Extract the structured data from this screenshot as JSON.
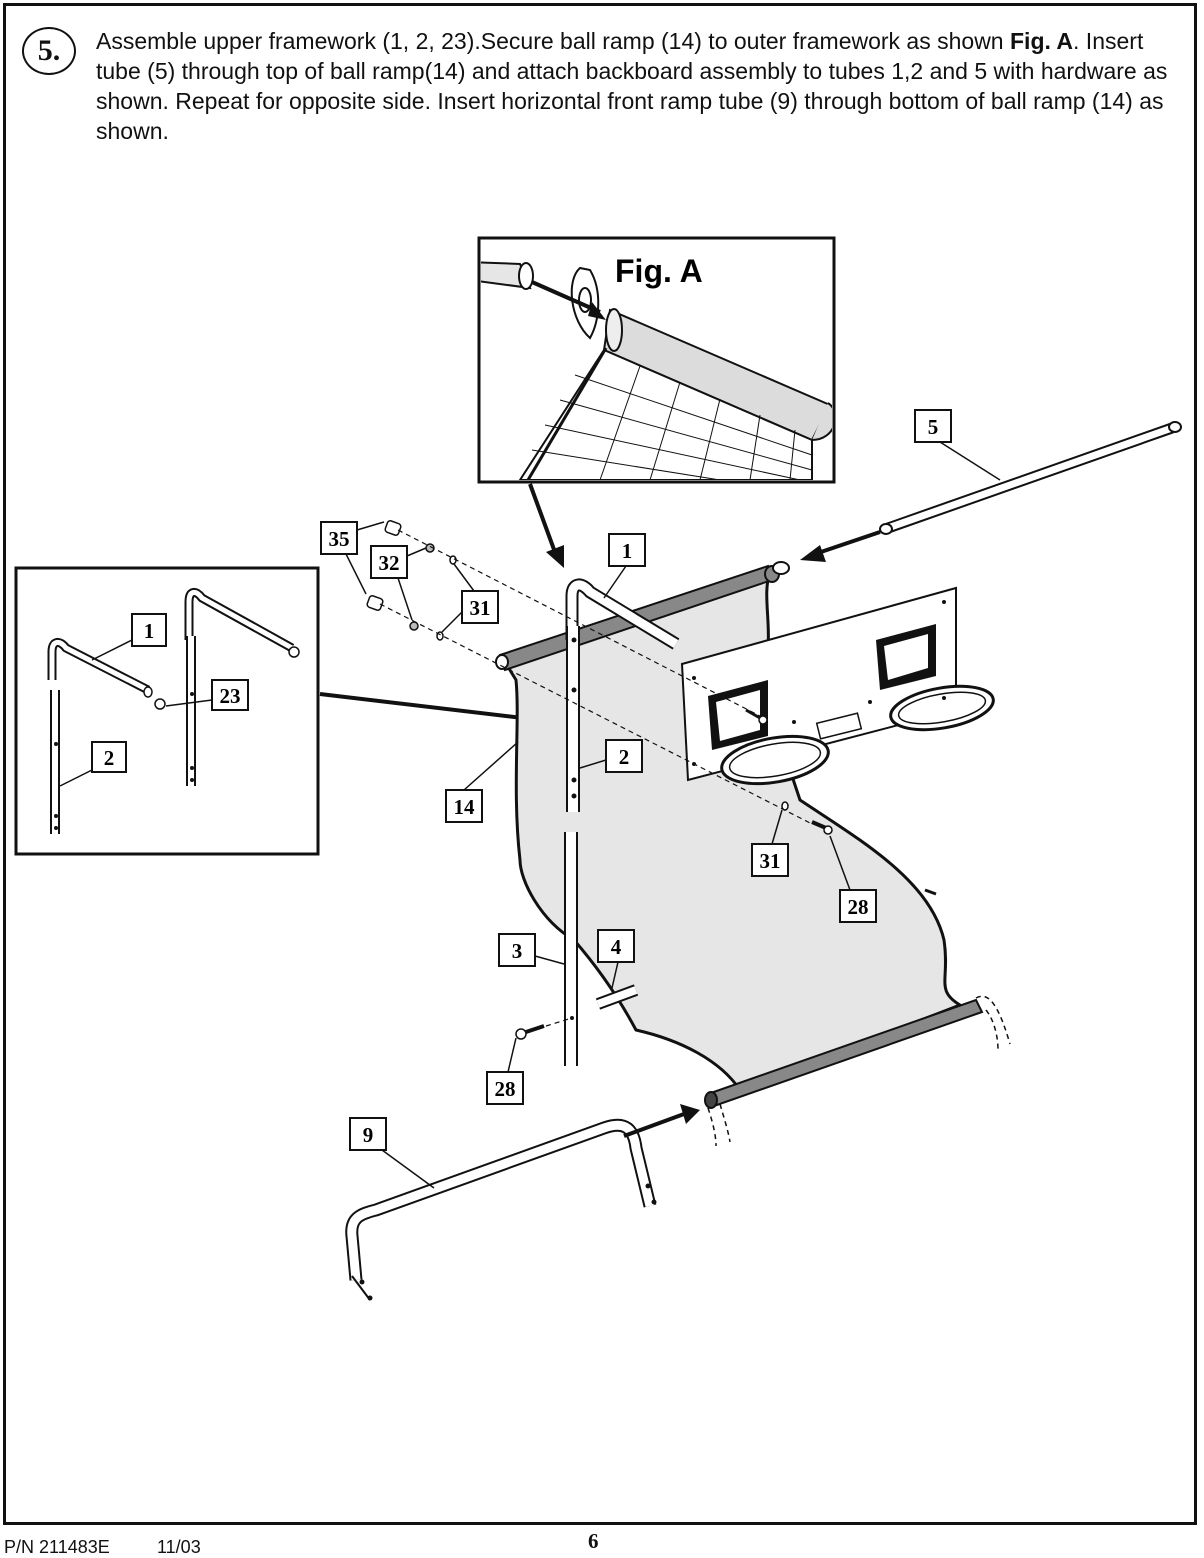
{
  "step": {
    "number": "5."
  },
  "instructions": {
    "part1": "Assemble upper framework (1, 2, 23).Secure ball ramp (14) to outer framework as shown ",
    "fig_ref": "Fig. A",
    "part2": ". Insert tube (5) through top of ball ramp(14) and attach backboard assembly to tubes 1,2 and 5 with hardware as shown. Repeat for opposite side. Insert horizontal front ramp tube (9) through bottom of ball ramp (14) as shown."
  },
  "figure_a": {
    "title": "Fig. A"
  },
  "callouts": {
    "tube_5": "5",
    "part_1_main": "1",
    "part_35": "35",
    "part_32": "32",
    "part_31_upper": "31",
    "inset_1": "1",
    "inset_23": "23",
    "inset_2": "2",
    "part_2_main": "2",
    "part_14": "14",
    "part_31_lower": "31",
    "part_28_right": "28",
    "part_3": "3",
    "part_4": "4",
    "part_28_lower": "28",
    "part_9": "9"
  },
  "footer": {
    "part_number": "P/N 211483E",
    "date": "11/03",
    "page": "6"
  }
}
